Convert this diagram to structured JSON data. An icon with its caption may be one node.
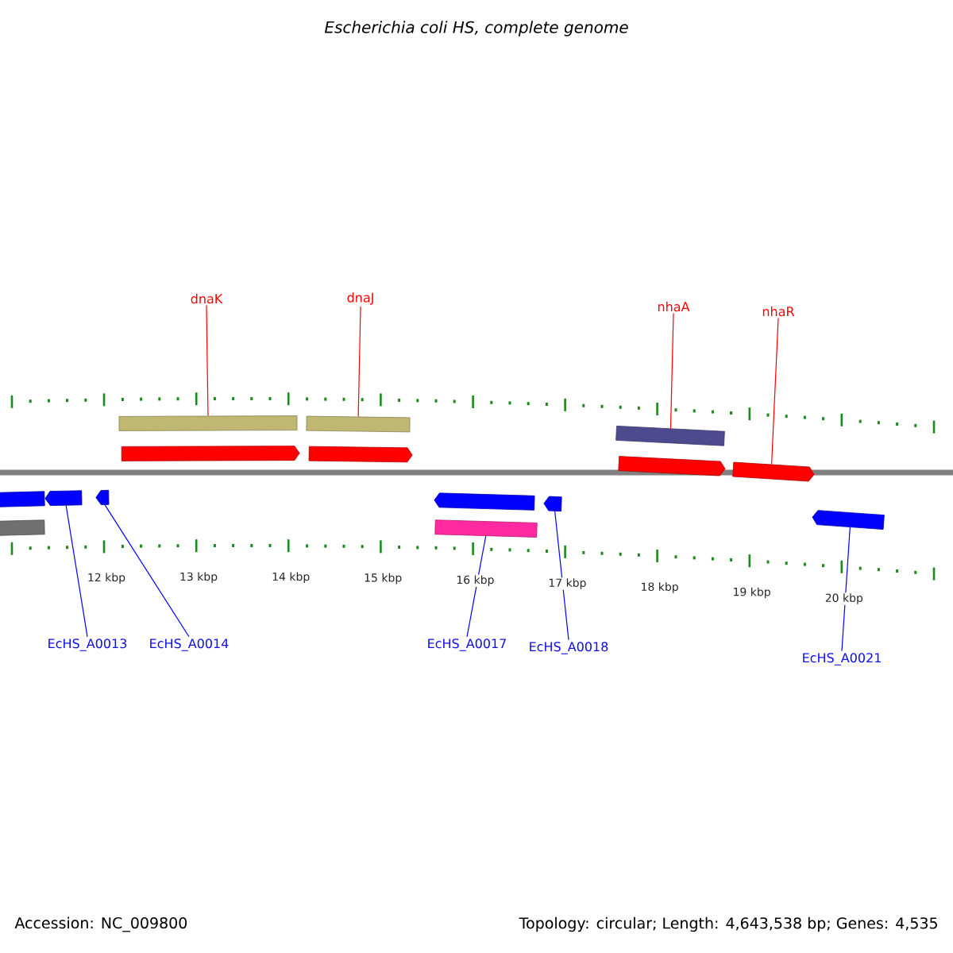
{
  "diagram": {
    "title": "Escherichia coli HS, complete genome",
    "nodes": [
      {
        "text": [
          "dnaK"
        ]
      },
      {
        "text": [
          "dnaJ"
        ]
      },
      {
        "text": [
          "nhaA"
        ]
      },
      {
        "text": [
          "nhaR"
        ]
      },
      {
        "text": [],
        "shape": "bar"
      },
      {
        "text": [],
        "shape": "bar"
      },
      {
        "text": [],
        "shape": "bar"
      },
      {
        "text": [],
        "shape": "arrow"
      },
      {
        "text": [],
        "shape": "arrow"
      },
      {
        "text": [],
        "shape": "arrow"
      },
      {
        "text": [],
        "shape": "arrow"
      },
      {
        "text": [],
        "shape": "bar"
      },
      {
        "text": [],
        "shape": "arrow"
      },
      {
        "text": [],
        "shape": "arrow"
      },
      {
        "text": [],
        "shape": "arrow"
      },
      {
        "text": [],
        "shape": "arrow"
      },
      {
        "text": [],
        "shape": "arrow"
      },
      {
        "text": [],
        "shape": "bar"
      },
      {
        "text": [],
        "shape": "bar"
      },
      {
        "text": [
          "EcHS_A0013"
        ]
      },
      {
        "text": [
          "EcHS_A0014"
        ]
      },
      {
        "text": [
          "EcHS_A0017"
        ]
      },
      {
        "text": [
          "EcHS_A0018"
        ]
      },
      {
        "text": [
          "EcHS_A0021"
        ]
      }
    ],
    "edges": [
      {
        "from": 0,
        "to": 4,
        "arrow": "none",
        "color": "#ff0000"
      },
      {
        "from": 1,
        "to": 5,
        "arrow": "none",
        "color": "#ff0000"
      },
      {
        "from": 2,
        "to": 6,
        "arrow": "none",
        "color": "#ff0000"
      },
      {
        "from": 3,
        "to": 10,
        "arrow": "none",
        "color": "#ff0000"
      },
      {
        "from": 19,
        "to": 12,
        "arrow": "none",
        "color": "#0000ff"
      },
      {
        "from": 20,
        "to": 13,
        "arrow": "none",
        "color": "#0000ff"
      },
      {
        "from": 21,
        "to": 18,
        "arrow": "none",
        "color": "#0000ff"
      },
      {
        "from": 22,
        "to": 15,
        "arrow": "none",
        "color": "#0000ff"
      },
      {
        "from": 23,
        "to": 16,
        "arrow": "none",
        "color": "#0000ff"
      }
    ],
    "labels": [
      "12 kbp",
      "13 kbp",
      "14 kbp",
      "15 kbp",
      "16 kbp",
      "17 kbp",
      "18 kbp",
      "19 kbp",
      "20 kbp",
      "Accession: NC_009800",
      "Topology: circular; Length: 4,643,538 bp; Genes: 4,535"
    ]
  }
}
